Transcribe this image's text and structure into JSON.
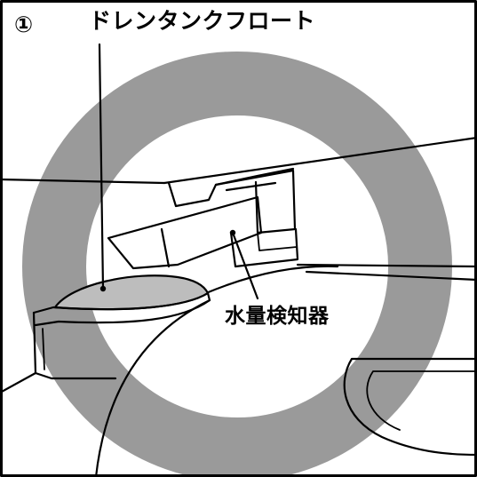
{
  "diagram": {
    "step_number": "①",
    "labels": {
      "drain_tank_float": "ドレンタンクフロート",
      "water_level_sensor": "水量検知器"
    },
    "colors": {
      "line": "#000000",
      "ring": "#9a9a9a",
      "float_fill": "#bdbdbd",
      "background": "#ffffff"
    }
  }
}
